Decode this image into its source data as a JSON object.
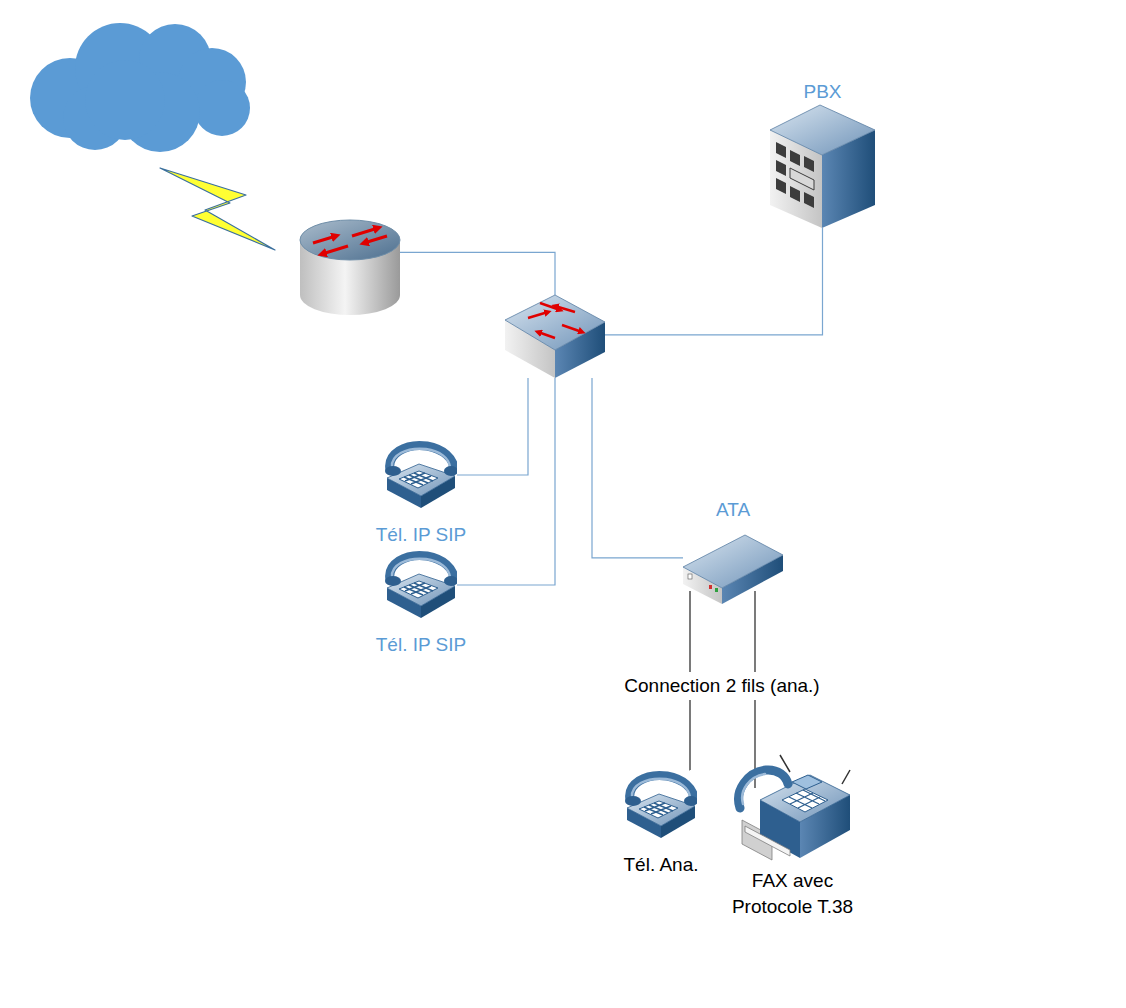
{
  "diagram": {
    "nodes": [
      {
        "text": [
          "PBX"
        ]
      },
      {
        "text": []
      },
      {
        "text": []
      },
      {
        "text": [
          "Tél. IP SIP"
        ]
      },
      {
        "text": [
          "ATA"
        ]
      },
      {
        "text": [
          "Tél. IP SIP"
        ]
      },
      {
        "text": [
          "Tél. Ana."
        ]
      },
      {
        "text": [
          "FAX avec Protocole T.38"
        ]
      }
    ],
    "edges": [
      {
        "from": 1,
        "to": 2,
        "arrow": "none"
      },
      {
        "from": 2,
        "to": 0,
        "arrow": "none"
      },
      {
        "from": 2,
        "to": 3,
        "arrow": "none"
      },
      {
        "from": 2,
        "to": 4,
        "arrow": "none"
      },
      {
        "from": 2,
        "to": 5,
        "arrow": "none"
      },
      {
        "from": 4,
        "to": 6,
        "arrow": "none"
      },
      {
        "from": 4,
        "to": 7,
        "arrow": "none"
      }
    ],
    "labels": [
      "Connection 2 fils (ana.)"
    ]
  }
}
